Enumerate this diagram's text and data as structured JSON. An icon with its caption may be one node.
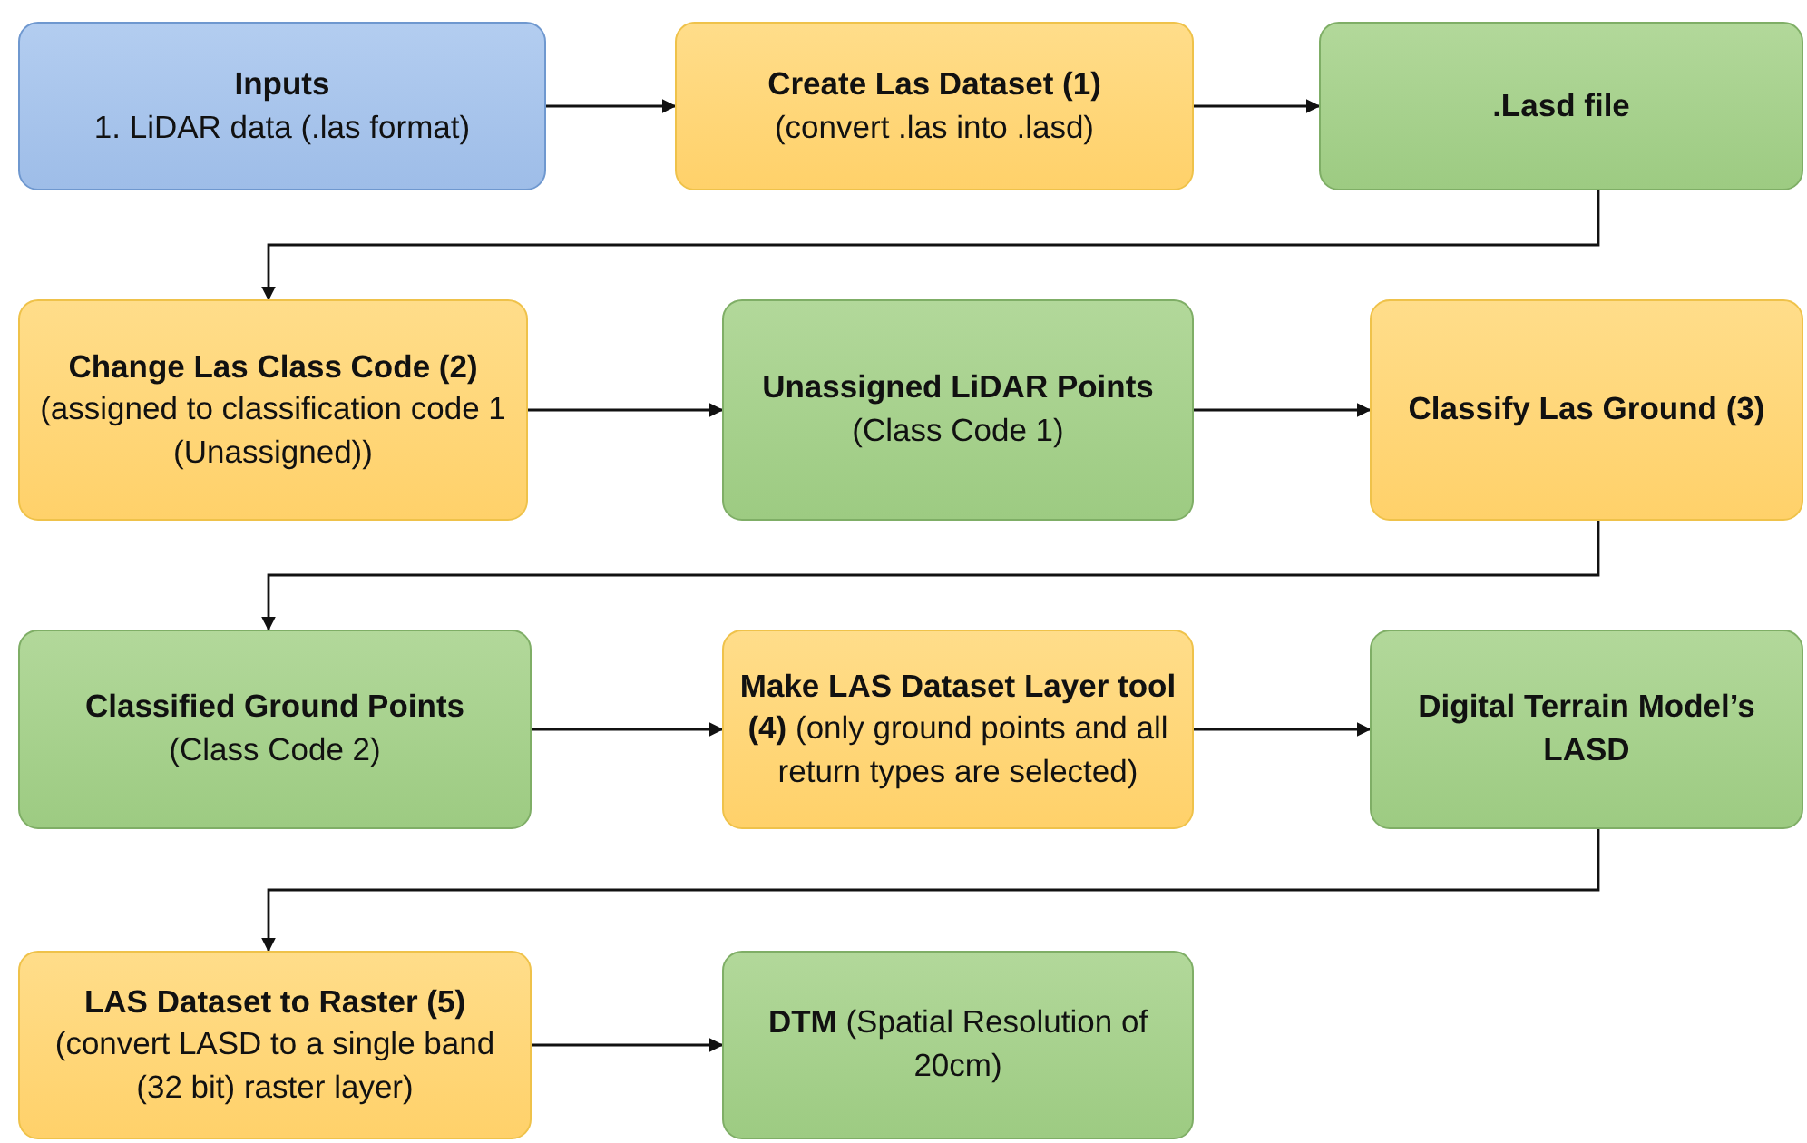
{
  "diagram": {
    "nodes": [
      {
        "text": [
          "Inputs",
          "1.  LiDAR data (.las format)"
        ]
      },
      {
        "text": [
          "Create Las Dataset (1)",
          "(convert .las into .lasd)"
        ]
      },
      {
        "text": [
          ".Lasd file"
        ]
      },
      {
        "text": [
          "Change Las Class Code (2)",
          "(assigned to classification code 1 (Unassigned))"
        ]
      },
      {
        "text": [
          "**Unassigned LiDAR Points** (Class Code 1)"
        ]
      },
      {
        "text": [
          "Classify Las Ground (3)"
        ]
      },
      {
        "text": [
          "Classified Ground Points",
          "(Class Code 2)"
        ]
      },
      {
        "text": [
          "**Make LAS Dataset Layer tool (4)** (only ground points and all return types are selected)"
        ]
      },
      {
        "text": [
          "Digital Terrain Model’s LASD"
        ]
      },
      {
        "text": [
          "LAS Dataset to Raster (5)",
          "(convert LASD to a single band (32 bit) raster layer)"
        ]
      },
      {
        "text": [
          "**DTM** (Spatial Resolution of 20cm)"
        ]
      }
    ],
    "edges": [
      {
        "from": 0,
        "to": 1,
        "arrow": "to"
      },
      {
        "from": 1,
        "to": 2,
        "arrow": "to"
      },
      {
        "from": 2,
        "to": 3,
        "arrow": "to"
      },
      {
        "from": 3,
        "to": 4,
        "arrow": "to"
      },
      {
        "from": 4,
        "to": 5,
        "arrow": "to"
      },
      {
        "from": 5,
        "to": 6,
        "arrow": "to"
      },
      {
        "from": 6,
        "to": 7,
        "arrow": "to"
      },
      {
        "from": 7,
        "to": 8,
        "arrow": "to"
      },
      {
        "from": 8,
        "to": 9,
        "arrow": "to"
      },
      {
        "from": 9,
        "to": 10,
        "arrow": "to"
      }
    ]
  }
}
